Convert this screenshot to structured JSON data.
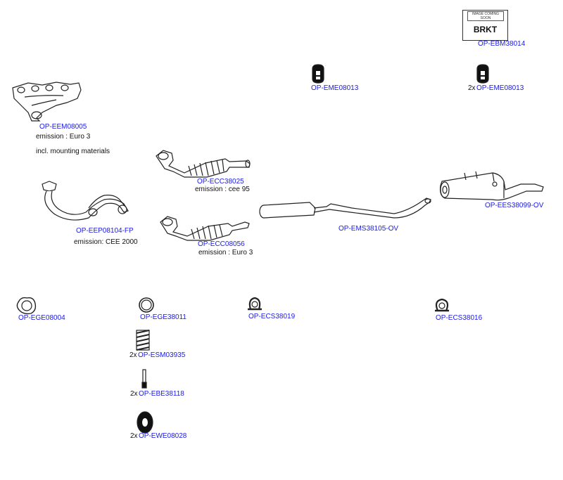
{
  "colors": {
    "code": "#1a1ae6",
    "text": "#111111",
    "line": "#222222"
  },
  "placeholder": {
    "title": "IMAGE COMING SOON",
    "label": "BRKT"
  },
  "parts": [
    {
      "id": "ebm",
      "code": "OP-EBM38014"
    },
    {
      "id": "eme1",
      "code": "OP-EME08013"
    },
    {
      "id": "eme2",
      "qty": "2x",
      "code": "OP-EME08013"
    },
    {
      "id": "eem",
      "code": "OP-EEM08005",
      "notes": [
        "emission : Euro 3",
        "incl. mounting materials"
      ]
    },
    {
      "id": "ecc1",
      "code": "OP-ECC38025",
      "notes": [
        "emission : cee 95"
      ]
    },
    {
      "id": "eep",
      "code": "OP-EEP08104-FP",
      "notes": [
        "emission: CEE 2000"
      ]
    },
    {
      "id": "ecc2",
      "code": "OP-ECC08056",
      "notes": [
        "emission : Euro 3"
      ]
    },
    {
      "id": "ems",
      "code": "OP-EMS38105-OV"
    },
    {
      "id": "ees",
      "code": "OP-EES38099-OV"
    },
    {
      "id": "ege1",
      "code": "OP-EGE08004"
    },
    {
      "id": "ege2",
      "code": "OP-EGE38011"
    },
    {
      "id": "ecs1",
      "code": "OP-ECS38019"
    },
    {
      "id": "ecs2",
      "code": "OP-ECS38016"
    },
    {
      "id": "esm",
      "qty": "2x",
      "code": "OP-ESM03935"
    },
    {
      "id": "ebe",
      "qty": "2x",
      "code": "OP-EBE38118"
    },
    {
      "id": "ewe",
      "qty": "2x",
      "code": "OP-EWE08028"
    }
  ]
}
